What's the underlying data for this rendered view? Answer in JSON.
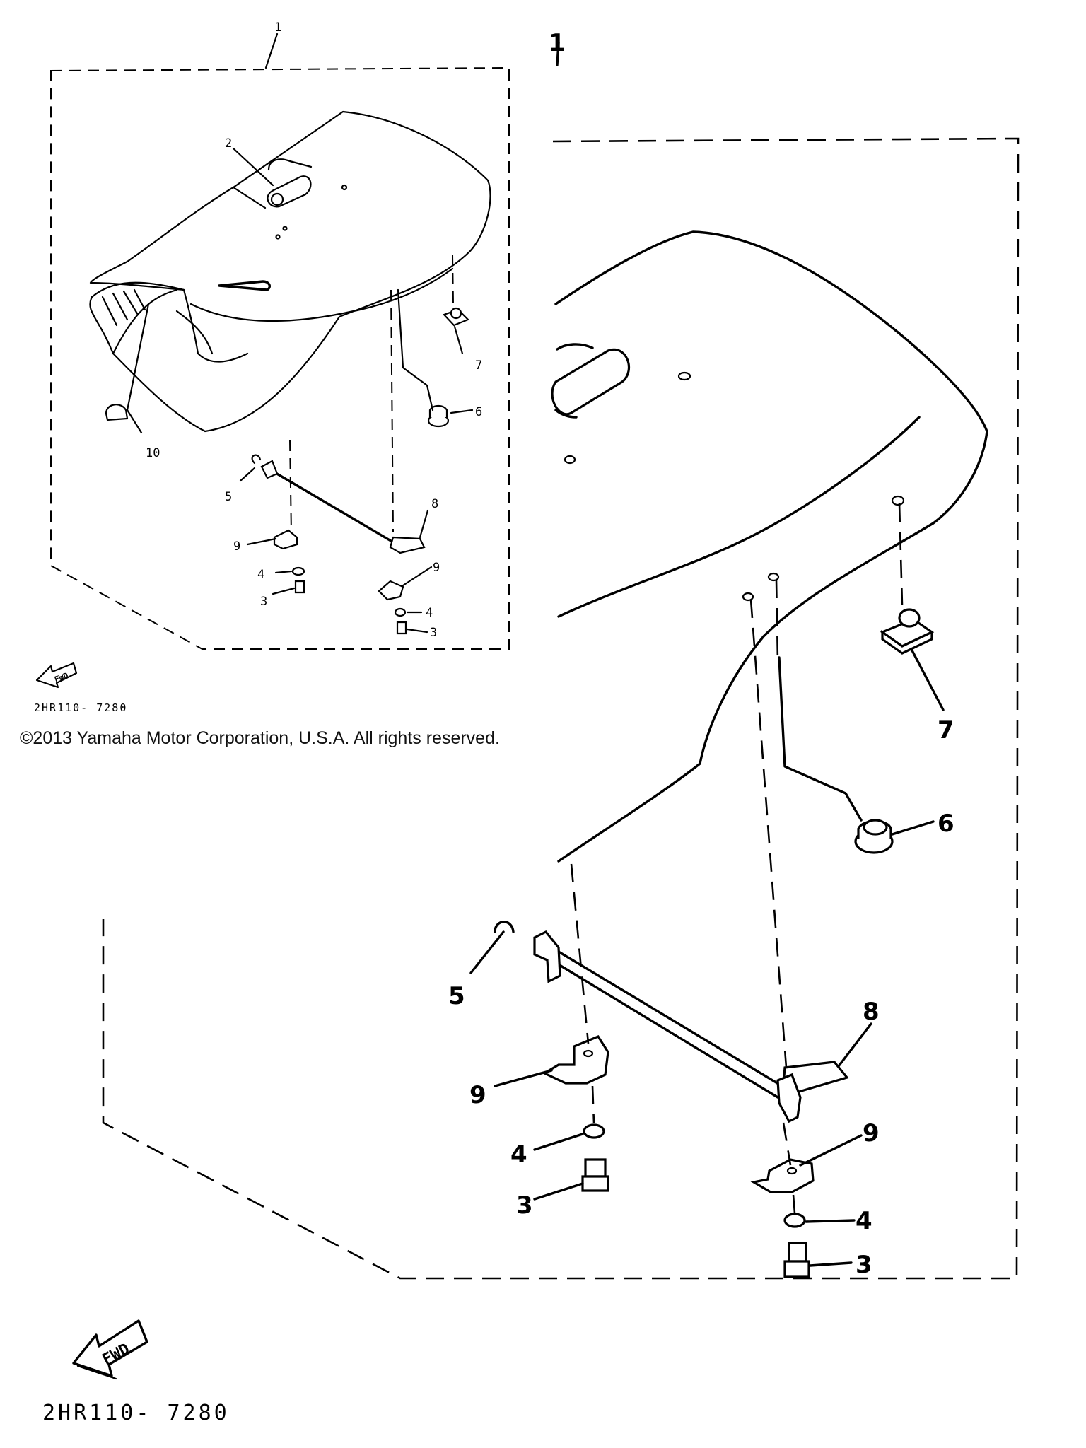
{
  "diagram": {
    "small_view": {
      "callouts": [
        "1",
        "2",
        "3",
        "3",
        "4",
        "4",
        "5",
        "6",
        "7",
        "8",
        "9",
        "9",
        "10"
      ],
      "part_code": "2HR110- 7280",
      "fwd_label": "FWD"
    },
    "large_view": {
      "callouts": [
        "1",
        "3",
        "3",
        "4",
        "4",
        "5",
        "6",
        "7",
        "8",
        "9",
        "9"
      ],
      "part_code": "2HR110- 7280",
      "fwd_label": "FWD"
    },
    "copyright": "©2013 Yamaha Motor Corporation, U.S.A. All rights reserved."
  }
}
